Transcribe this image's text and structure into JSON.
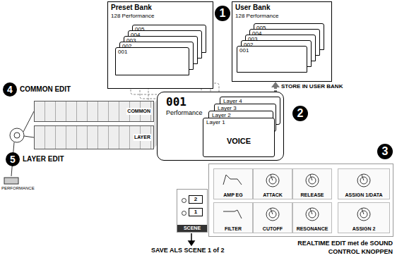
{
  "diagram": {
    "nodes": [
      {
        "text": [
          "Preset Bank",
          "128 Performance"
        ]
      },
      {
        "text": [
          "005"
        ],
        "in": 0
      },
      {
        "text": [
          "004"
        ],
        "in": 0
      },
      {
        "text": [
          "003"
        ],
        "in": 0
      },
      {
        "text": [
          "002"
        ],
        "in": 0
      },
      {
        "text": [
          "001"
        ],
        "in": 0
      },
      {
        "text": [
          "User Bank",
          "128 Performance"
        ]
      },
      {
        "text": [
          "005"
        ],
        "in": 6
      },
      {
        "text": [
          "004"
        ],
        "in": 6
      },
      {
        "text": [
          "003"
        ],
        "in": 6
      },
      {
        "text": [
          "002"
        ],
        "in": 6
      },
      {
        "text": [
          "001"
        ],
        "in": 6
      },
      {
        "text": [
          "001",
          "Performance"
        ]
      },
      {
        "text": [
          "Layer 4"
        ],
        "in": 12
      },
      {
        "text": [
          "Layer 3"
        ],
        "in": 12
      },
      {
        "text": [
          "Layer 2"
        ],
        "in": 12
      },
      {
        "text": [
          "Layer 1",
          "VOICE"
        ],
        "in": 12
      },
      {
        "text": [
          "COMMON"
        ]
      },
      {
        "text": [
          "LAYER"
        ]
      },
      {
        "text": [
          "REALTIME EDIT met de SOUND CONTROL KNOPPEN"
        ]
      },
      {
        "text": [
          "AMP EG"
        ],
        "in": 19
      },
      {
        "text": [
          "ATTACK"
        ],
        "in": 19
      },
      {
        "text": [
          "RELEASE"
        ],
        "in": 19
      },
      {
        "text": [
          "ASSIGN 1/DATA"
        ],
        "in": 19
      },
      {
        "text": [
          "FILTER"
        ],
        "in": 19
      },
      {
        "text": [
          "CUTOFF"
        ],
        "in": 19
      },
      {
        "text": [
          "RESONANCE"
        ],
        "in": 19
      },
      {
        "text": [
          "ASSIGN 2"
        ],
        "in": 19
      },
      {
        "text": [
          "SCENE"
        ]
      },
      {
        "text": [
          "2"
        ],
        "in": 28
      },
      {
        "text": [
          "1"
        ],
        "in": 28
      }
    ],
    "edges": [
      {
        "from": 12,
        "to": 6,
        "arrow": "to",
        "label": "STORE IN USER BANK"
      }
    ],
    "labels": [
      "1",
      "2",
      "3",
      "4",
      "COMMON EDIT",
      "5",
      "LAYER EDIT",
      "PERFORMANCE",
      "SAVE ALS SCENE 1 of 2"
    ]
  }
}
